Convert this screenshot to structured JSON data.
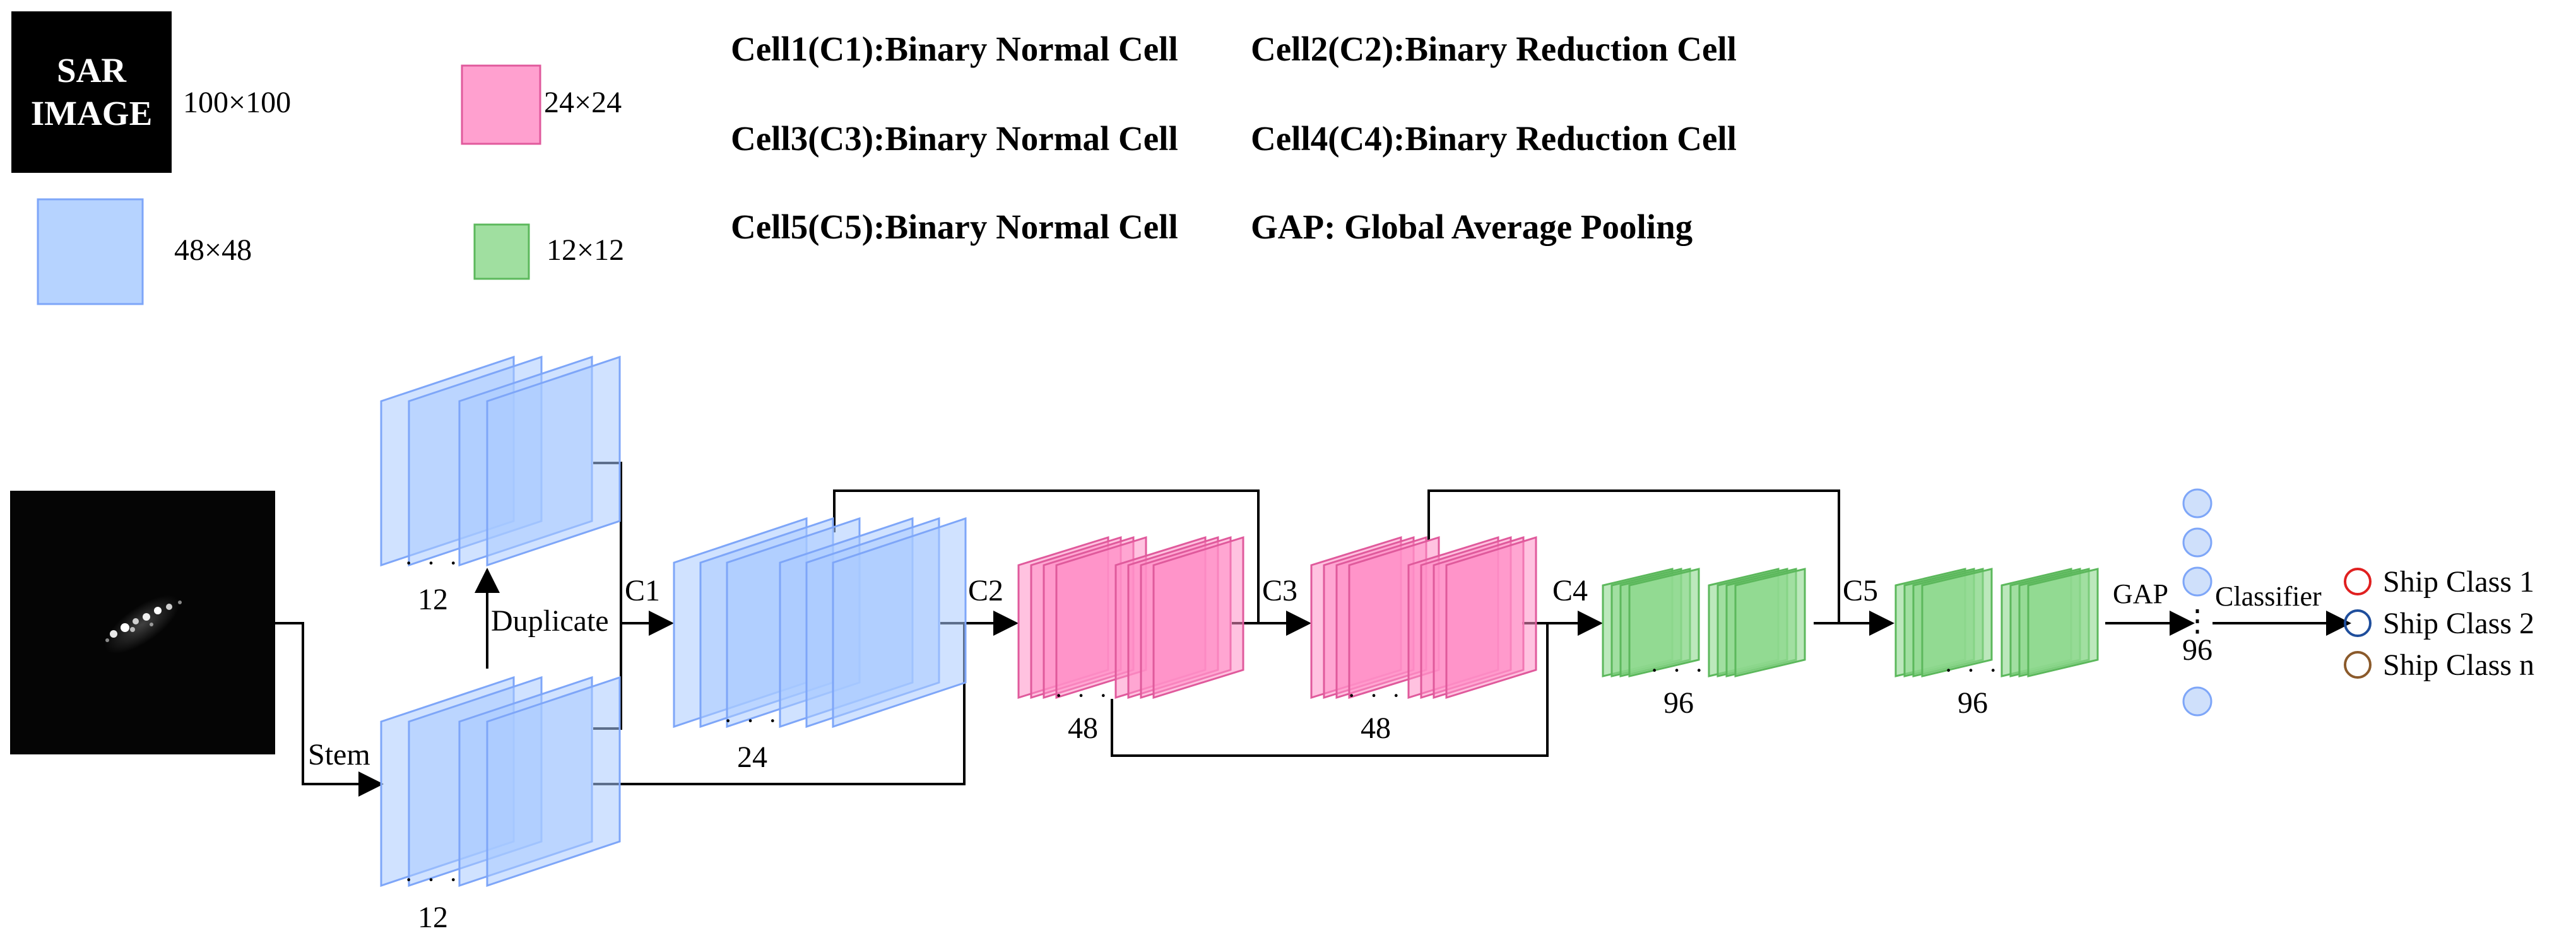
{
  "legend": {
    "sar_box_line1": "SAR",
    "sar_box_line2": "IMAGE",
    "sar_size": "100×100",
    "blue_size": "48×48",
    "pink_size": "24×24",
    "green_size": "12×12",
    "colors": {
      "blue_fill": "#a9cbff",
      "blue_stroke": "#7ea6f8",
      "pink_fill": "#ff8fc7",
      "pink_stroke": "#e05a9c",
      "green_fill": "#8fd98f",
      "green_stroke": "#5cb85c"
    }
  },
  "cells": [
    "Cell1(C1):Binary Normal Cell",
    "Cell2(C2):Binary Reduction Cell",
    "Cell3(C3):Binary Normal Cell",
    "Cell4(C4):Binary Reduction Cell",
    "Cell5(C5):Binary Normal Cell",
    "GAP: Global Average Pooling"
  ],
  "diagram": {
    "labels": {
      "stem": "Stem",
      "duplicate": "Duplicate",
      "c1": "C1",
      "c2": "C2",
      "c3": "C3",
      "c4": "C4",
      "c5": "C5",
      "gap": "GAP",
      "classifier": "Classifier"
    },
    "channels": {
      "stem_out": "12",
      "dup_out": "12",
      "c1_out": "24",
      "c2_out": "48",
      "c3_out": "48",
      "c4_out": "96",
      "c5_out": "96",
      "gap_out": "96"
    },
    "dots": "· · ·",
    "vdots": "⋮"
  },
  "classes": [
    {
      "label": "Ship Class 1",
      "color": "#e02020"
    },
    {
      "label": "Ship Class 2",
      "color": "#1f4e9c"
    },
    {
      "label": "Ship Class n",
      "color": "#8b5a2b"
    }
  ]
}
